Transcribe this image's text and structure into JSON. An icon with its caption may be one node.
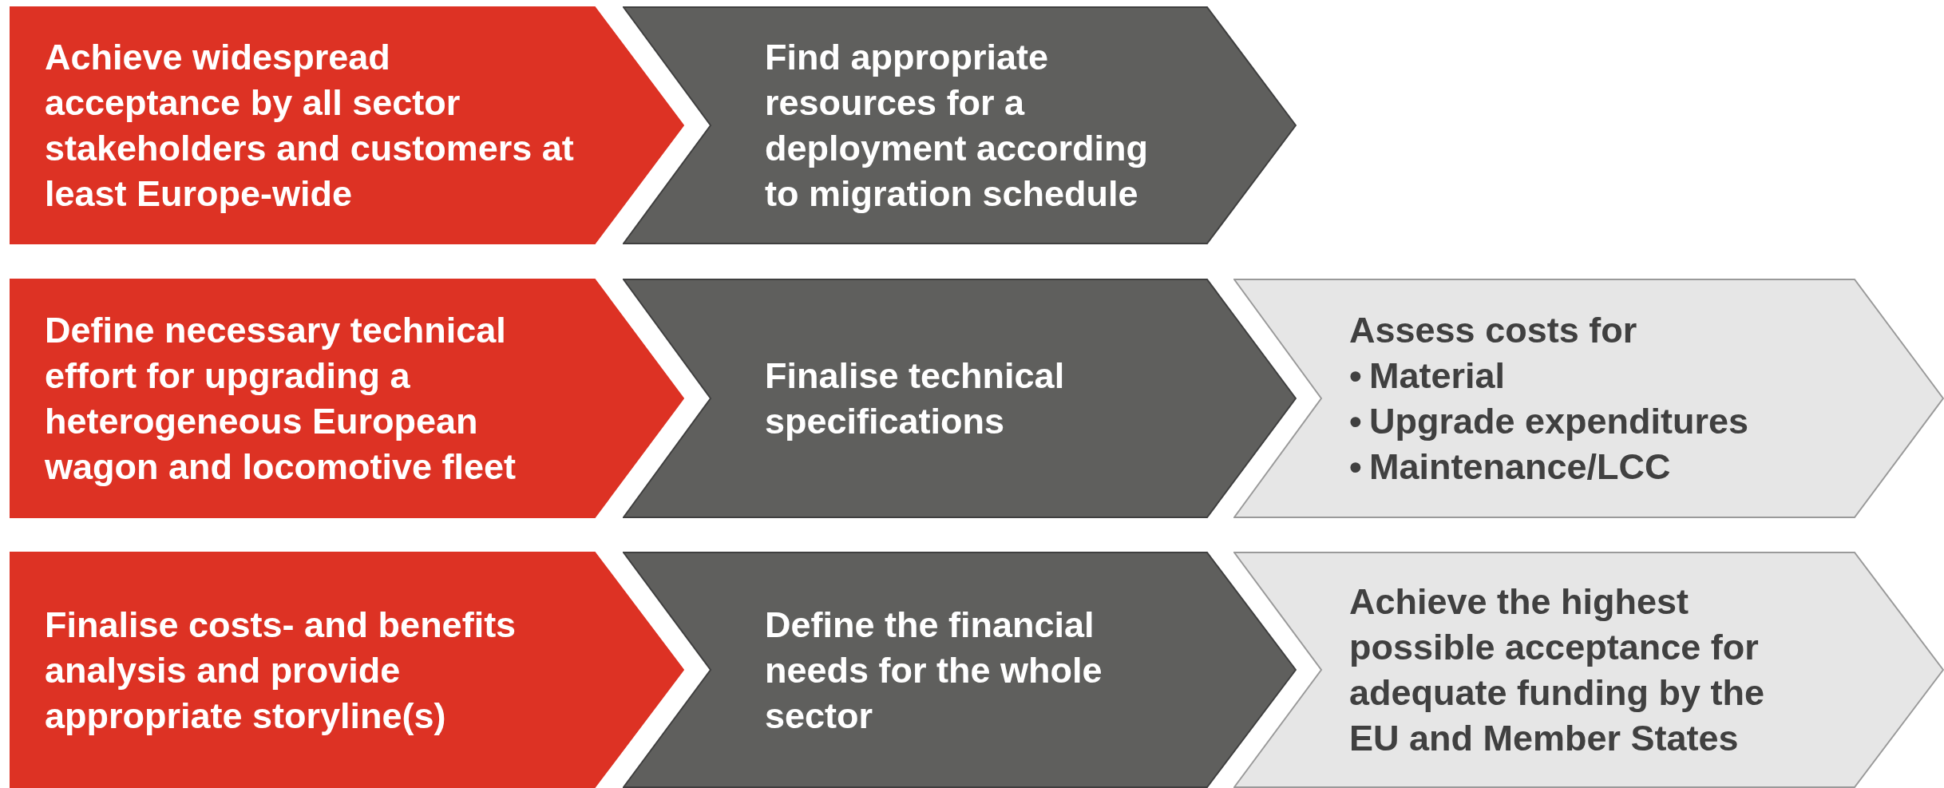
{
  "diagram": {
    "nodes": [
      {
        "text": [
          "Achieve widespread acceptance by all sector stakeholders and customers at least Europe-wide"
        ]
      },
      {
        "text": [
          "Find appropriate resources for a deployment according to migration schedule"
        ]
      },
      {
        "text": [
          "Define necessary technical effort for upgrading a heterogeneous European wagon and locomotive fleet"
        ]
      },
      {
        "text": [
          "Finalise technical specifications"
        ]
      },
      {
        "text": [
          "Assess costs for",
          "•\tMaterial",
          "•\tUpgrade expenditures",
          "•\tMaintenance/LCC"
        ]
      },
      {
        "text": [
          "Finalise costs- and benefits analysis and provide appropriate storyline(s)"
        ]
      },
      {
        "text": [
          "Define the financial needs for the whole sector"
        ]
      },
      {
        "text": [
          "Achieve the highest possible acceptance for adequate funding by the EU and Member States"
        ]
      }
    ]
  }
}
